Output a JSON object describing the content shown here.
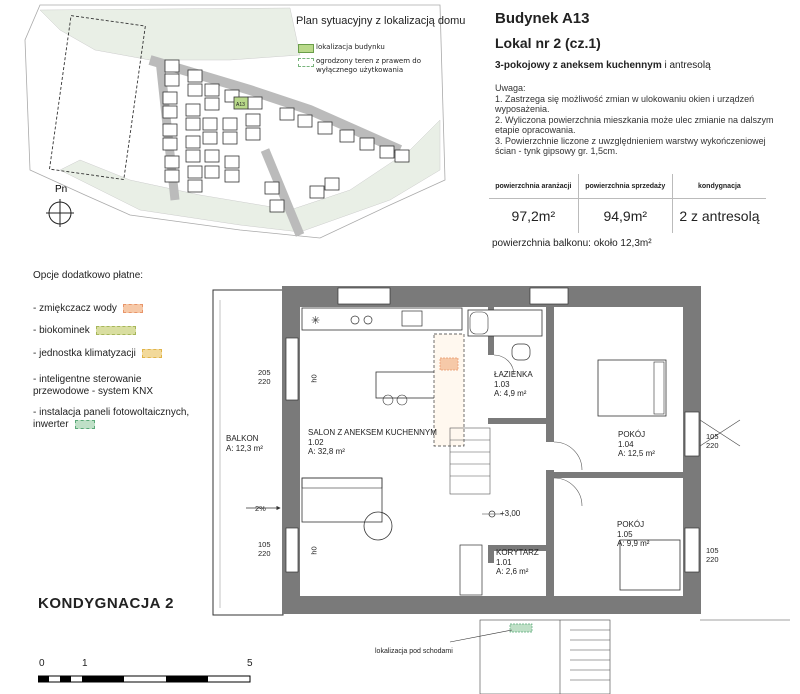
{
  "header": {
    "building": "Budynek A13",
    "unit": "Lokal nr 2  (cz.1)",
    "rooms_type_bold": "3-pokojowy z aneksem kuchennym",
    "rooms_type_rest": " i antresolą",
    "note_title": "Uwaga:",
    "notes": [
      "1. Zastrzega się możliwość zmian w ulokowaniu okien i urządzeń wyposażenia.",
      "2. Wyliczona powierzchnia mieszkania może ulec zmianie na dalszym etapie opracowania.",
      "3. Powierzchnie liczone z uwzględnieniem warstwy wykończeniowej ścian - tynk gipsowy gr. 1,5cm."
    ]
  },
  "stats": {
    "headers": [
      "powierzchnia aranżacji",
      "powierzchnia sprzedaży",
      "kondygnacja"
    ],
    "values": [
      "97,2m²",
      "94,9m²",
      "2 z antresolą"
    ],
    "balcony": "powierzchnia balkonu: około 12,3m²"
  },
  "site_plan": {
    "title": "Plan sytuacyjny z lokalizacją domu",
    "legend_building": "lokalizacja budynku",
    "legend_area": "ogrodzony teren z prawem do wyłącznego użytkowania",
    "north": "Pn",
    "highlight_label": "A13",
    "colors": {
      "building": "#b9d98a",
      "area": "#79b57d"
    }
  },
  "options": {
    "title": "Opcje dodatkowo płatne:",
    "items": [
      {
        "label": "- zmiękczacz wody",
        "color": "#e8956a"
      },
      {
        "label": "- biokominek",
        "color": "#a6b65a"
      },
      {
        "label": "- jednostka klimatyzacji",
        "color": "#e0b44a"
      },
      {
        "label": "- inteligentne sterowanie przewodowe - system KNX",
        "color": ""
      },
      {
        "label": "- instalacja paneli fotowoltaicznych, inwerter",
        "color": "#5aa878"
      }
    ]
  },
  "rooms": [
    {
      "name": "ŁAZIENKA",
      "num": "1.03",
      "area": "A: 4,9 m²"
    },
    {
      "name": "SALON Z ANEKSEM KUCHENNYM",
      "num": "1.02",
      "area": "A: 32,8 m²"
    },
    {
      "name": "POKÓJ",
      "num": "1.04",
      "area": "A: 12,5 m²"
    },
    {
      "name": "POKÓJ",
      "num": "1.05",
      "area": "A: 9,9 m²"
    },
    {
      "name": "KORYTARZ",
      "num": "1.01",
      "area": "A: 2,6 m²"
    },
    {
      "name": "BALKON",
      "num": "",
      "area": "A: 12,3 m²"
    }
  ],
  "dims": {
    "w1_top": "205",
    "w1_bot": "220",
    "w2_top": "105",
    "w2_bot": "220",
    "w3_top": "105",
    "w3_bot": "220",
    "w4_top": "105",
    "w4_bot": "220",
    "sill": "h0",
    "level": "+3,00",
    "slope": "2%"
  },
  "floor_label": "KONDYGNACJA 2",
  "stair_note": "lokalizacja pod schodami",
  "scale": {
    "labels": [
      "0",
      "1",
      "5"
    ]
  }
}
